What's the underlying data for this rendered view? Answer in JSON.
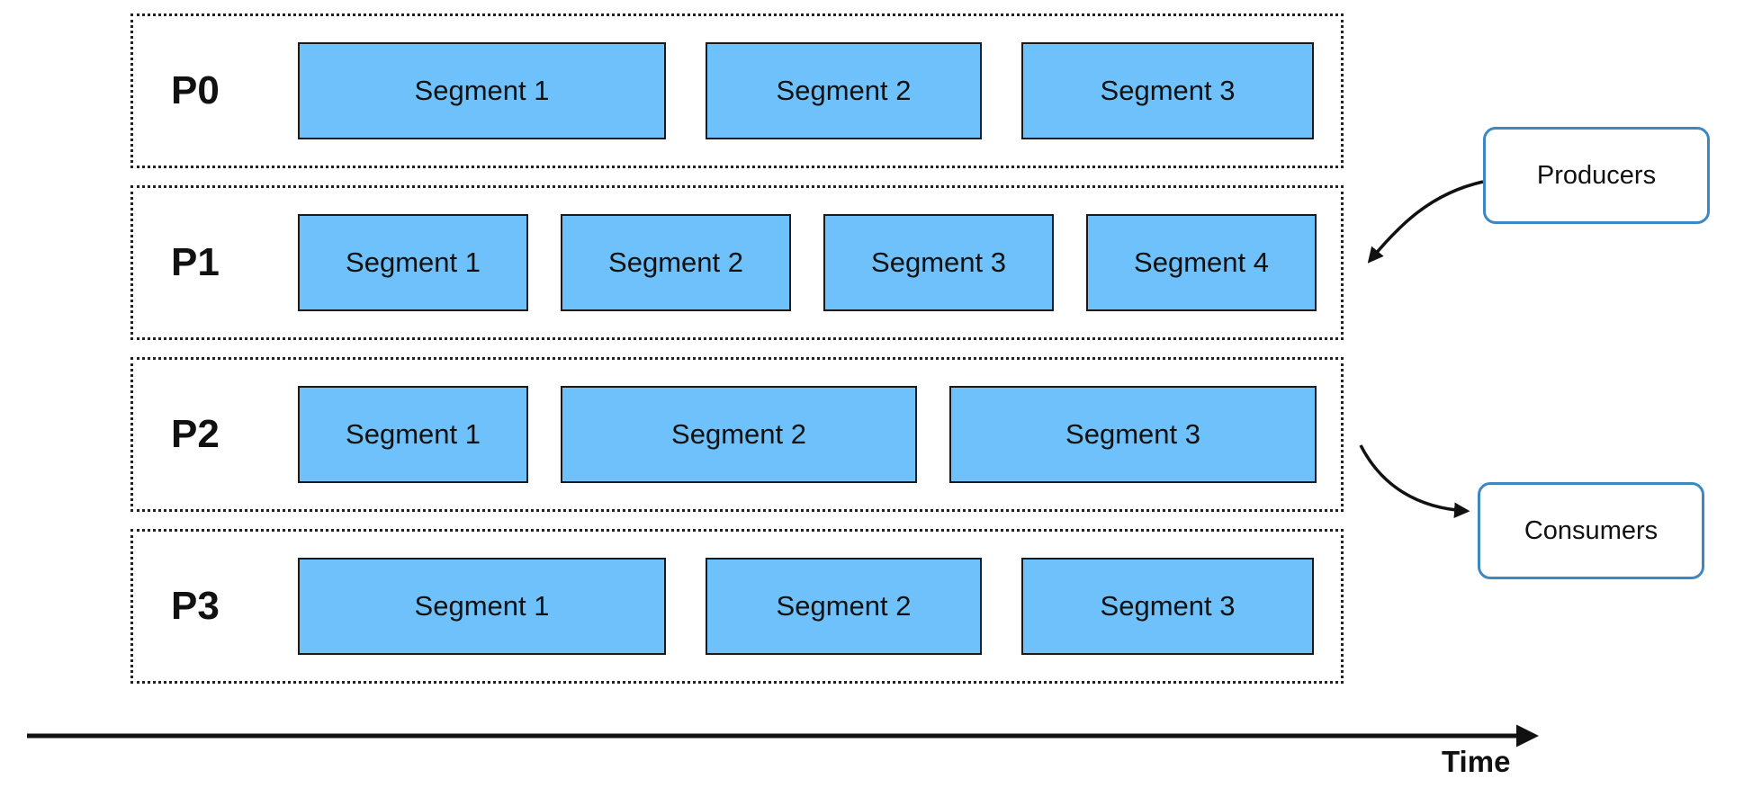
{
  "partitions": [
    {
      "label": "P0",
      "segments": [
        "Segment 1",
        "Segment 2",
        "Segment 3"
      ]
    },
    {
      "label": "P1",
      "segments": [
        "Segment 1",
        "Segment 2",
        "Segment 3",
        "Segment 4"
      ]
    },
    {
      "label": "P2",
      "segments": [
        "Segment 1",
        "Segment 2",
        "Segment 3"
      ]
    },
    {
      "label": "P3",
      "segments": [
        "Segment 1",
        "Segment 2",
        "Segment 3"
      ]
    }
  ],
  "producers": {
    "label": "Producers"
  },
  "consumers": {
    "label": "Consumers"
  },
  "axis": {
    "label": "Time"
  },
  "colors": {
    "segment_fill": "#6ec1fa",
    "side_box_border": "#3d87c3"
  }
}
